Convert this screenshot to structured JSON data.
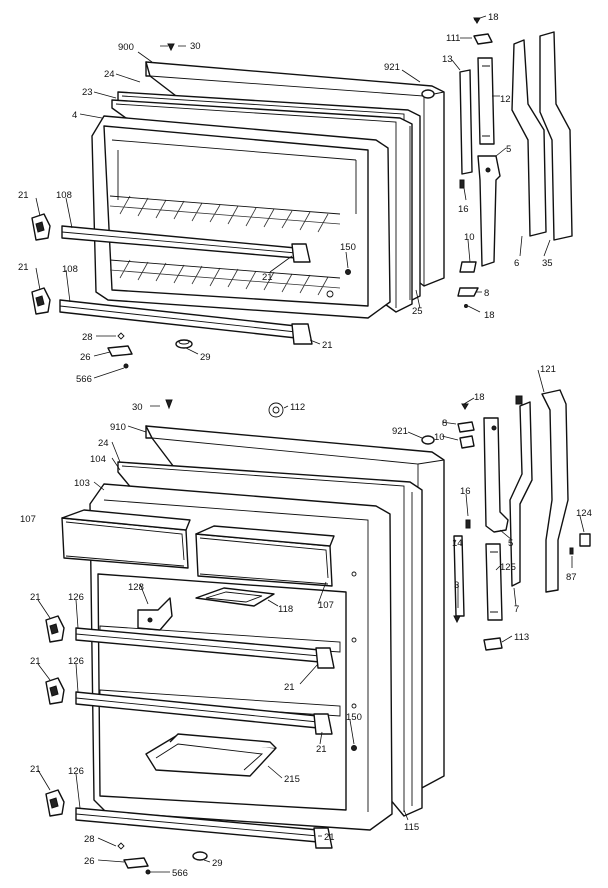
{
  "callouts": {
    "top": {
      "c900": "900",
      "c30": "30",
      "c24": "24",
      "c23": "23",
      "c4": "4",
      "c921": "921",
      "c13": "13",
      "c18a": "18",
      "c111": "111",
      "c12": "12",
      "c5": "5",
      "c16": "16",
      "c10": "10",
      "c6": "6",
      "c35": "35",
      "c8": "8",
      "c18b": "18",
      "c25": "25",
      "c150": "150",
      "c21a": "21",
      "c108a": "108",
      "c21b": "21",
      "c21c": "21",
      "c108b": "108",
      "c21d": "21",
      "c28": "28",
      "c26": "26",
      "c566": "566",
      "c29": "29"
    },
    "bottom": {
      "c30": "30",
      "c112": "112",
      "c910": "910",
      "c921": "921",
      "c8": "8",
      "c10": "10",
      "c18": "18",
      "c121": "121",
      "c24": "24",
      "c104": "104",
      "c103": "103",
      "c107a": "107",
      "c128": "128",
      "c118": "118",
      "c107b": "107",
      "c16": "16",
      "c5": "5",
      "c124": "124",
      "c14": "14",
      "c125": "125",
      "c3": "3",
      "c87": "87",
      "c7": "7",
      "c113": "113",
      "c21a": "21",
      "c126a": "126",
      "c21b": "21",
      "c126b": "126",
      "c21c": "21",
      "c150": "150",
      "c21d": "21",
      "c215": "215",
      "c21e": "21",
      "c126c": "126",
      "c115": "115",
      "c28": "28",
      "c21f": "21",
      "c26": "26",
      "c566": "566",
      "c29": "29"
    }
  }
}
